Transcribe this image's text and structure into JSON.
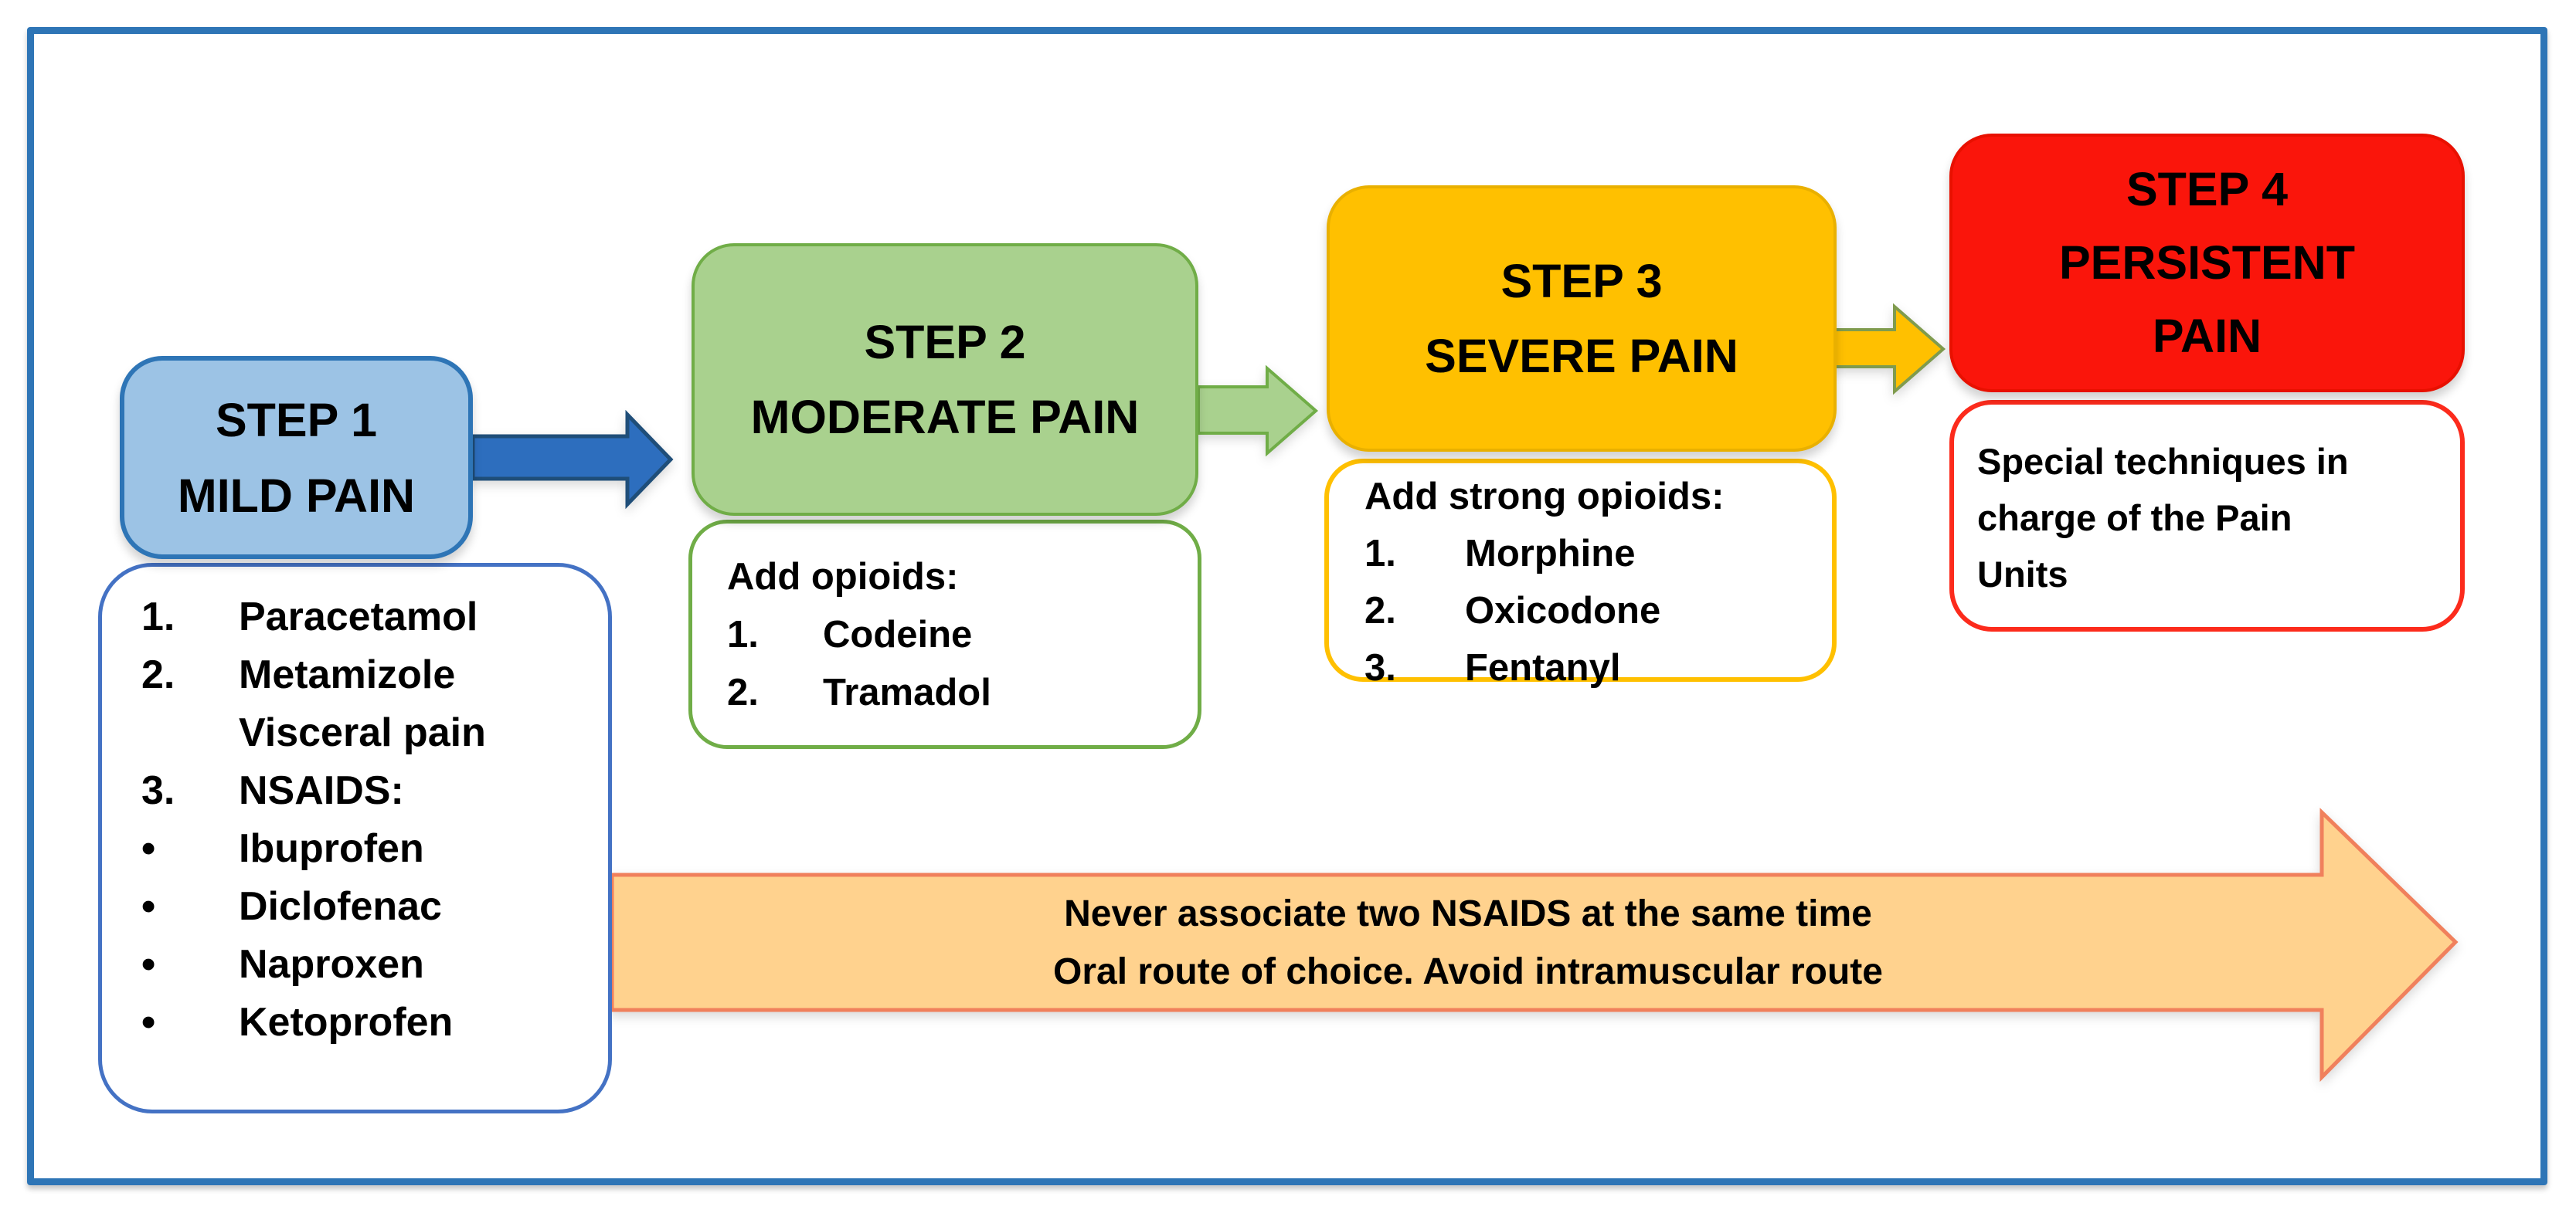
{
  "colors": {
    "frame": "#2E75B6",
    "step1_fill": "#9CC3E5",
    "step1_border": "#2E75B6",
    "step1_list_border": "#4472C4",
    "arrow1_fill": "#2D6EBE",
    "arrow1_border": "#1F4E79",
    "step2_fill": "#A9D18E",
    "step2_border": "#70AD47",
    "step3_fill": "#FFC000",
    "step3_border": "#E9B000",
    "arrow3_border": "#7F9B4E",
    "step4_fill": "#FA150B",
    "step4_border": "#E81000",
    "step4_list_border": "#FC2B1C",
    "banner_fill": "#FFD28E",
    "banner_border": "#F0805C",
    "text": "#000000"
  },
  "steps": [
    {
      "title": [
        "STEP 1",
        "MILD PAIN"
      ],
      "items": [
        {
          "marker": "1.",
          "text": "Paracetamol"
        },
        {
          "marker": "2.",
          "text": "Metamizole"
        },
        {
          "marker": "",
          "text": "Visceral pain"
        },
        {
          "marker": "3.",
          "text": "NSAIDS:"
        },
        {
          "marker": "•",
          "text": "Ibuprofen"
        },
        {
          "marker": "•",
          "text": "Diclofenac"
        },
        {
          "marker": "•",
          "text": "Naproxen"
        },
        {
          "marker": "•",
          "text": "Ketoprofen"
        }
      ]
    },
    {
      "title": [
        "STEP 2",
        "MODERATE PAIN"
      ],
      "heading": "Add opioids:",
      "items": [
        {
          "marker": "1.",
          "text": "Codeine"
        },
        {
          "marker": "2.",
          "text": "Tramadol"
        }
      ]
    },
    {
      "title": [
        "STEP 3",
        "SEVERE PAIN"
      ],
      "heading": "Add strong opioids:",
      "items": [
        {
          "marker": "1.",
          "text": "Morphine"
        },
        {
          "marker": "2.",
          "text": "Oxicodone"
        },
        {
          "marker": "3.",
          "text": "Fentanyl"
        }
      ]
    },
    {
      "title": [
        "STEP 4",
        "PERSISTENT",
        "PAIN"
      ],
      "note_lines": [
        "Special techniques in",
        "charge of the Pain",
        "Units"
      ]
    }
  ],
  "banner": {
    "line1": "Never associate two NSAIDS at the same time",
    "line2": "Oral route of choice. Avoid intramuscular route"
  }
}
